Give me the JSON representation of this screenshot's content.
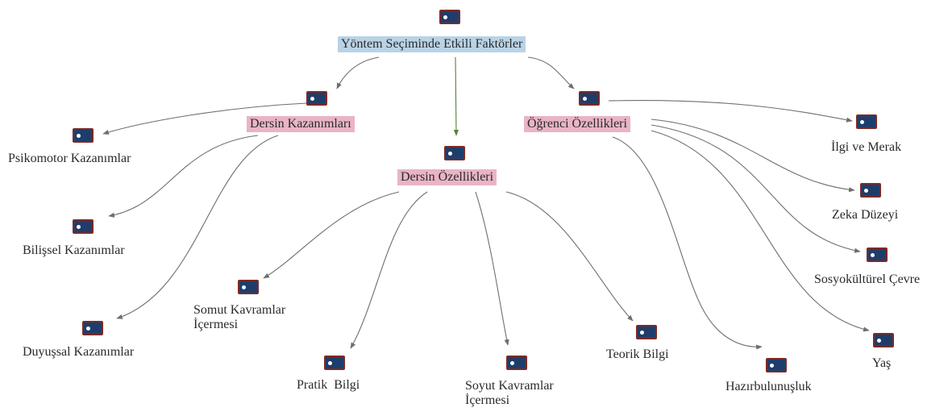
{
  "diagram": {
    "root": "Yöntem Seçiminde Etkili Faktörler",
    "categories": {
      "kazanimlar": "Dersin Kazanımları",
      "ozellikler": "Dersin Özellikleri",
      "ogrenci": "Öğrenci Özellikleri"
    },
    "leaves": {
      "psikomotor": "Psikomotor Kazanımlar",
      "bilissel": "Bilişsel Kazanımlar",
      "duyussal": "Duyuşsal Kazanımlar",
      "somut": "Somut Kavramlar\nİçermesi",
      "pratik": "Pratik  Bilgi",
      "soyut": "Soyut Kavramlar\nİçermesi",
      "teorik": "Teorik Bilgi",
      "ilgi": "İlgi ve Merak",
      "zeka": "Zeka Düzeyi",
      "sosyokulturel": "Sosyokültürel Çevre",
      "hazirbulunusluk": "Hazırbulunuşluk",
      "yas": "Yaş"
    }
  },
  "colors": {
    "root_bg": "#b9d3e6",
    "category_bg": "#e9b4c6",
    "edge": "#6e6e6e",
    "root_edge": "#5a7f3a",
    "icon_fill": "#1f3d6b",
    "icon_border": "#7a2b26"
  },
  "icons": {
    "node": "note-icon"
  }
}
